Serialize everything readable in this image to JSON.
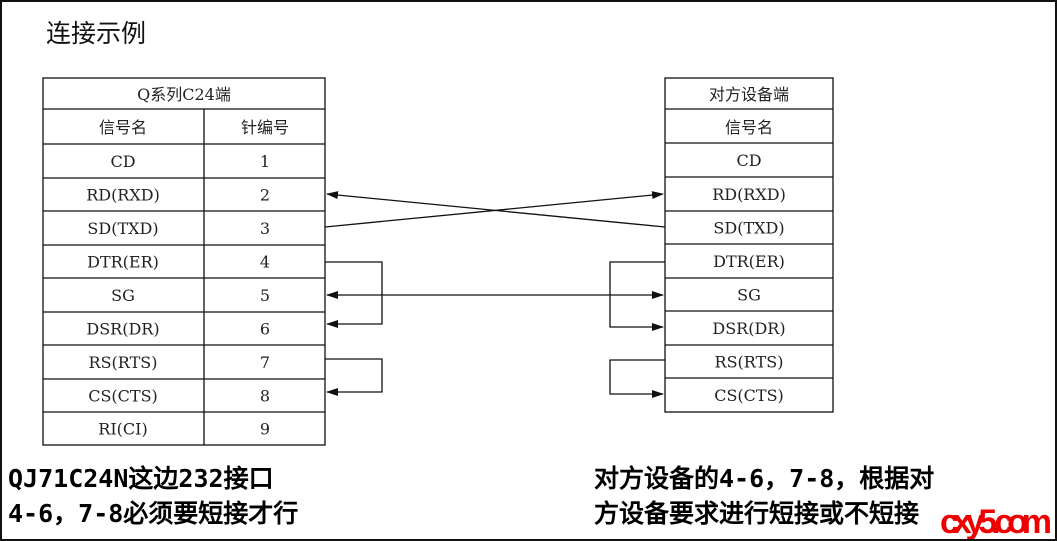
{
  "title": "连接示例",
  "left_table": {
    "caption": "Q系列C24端",
    "headers": [
      "信号名",
      "针编号"
    ],
    "rows": [
      {
        "signal": "CD",
        "pin": "1"
      },
      {
        "signal": "RD(RXD)",
        "pin": "2"
      },
      {
        "signal": "SD(TXD)",
        "pin": "3"
      },
      {
        "signal": "DTR(ER)",
        "pin": "4"
      },
      {
        "signal": "SG",
        "pin": "5"
      },
      {
        "signal": "DSR(DR)",
        "pin": "6"
      },
      {
        "signal": "RS(RTS)",
        "pin": "7"
      },
      {
        "signal": "CS(CTS)",
        "pin": "8"
      },
      {
        "signal": "RI(CI)",
        "pin": "9"
      }
    ]
  },
  "right_table": {
    "caption": "对方设备端",
    "header": "信号名",
    "rows": [
      "CD",
      "RD(RXD)",
      "SD(TXD)",
      "DTR(ER)",
      "SG",
      "DSR(DR)",
      "RS(RTS)",
      "CS(CTS)"
    ]
  },
  "notes": {
    "left": [
      "QJ71C24N这边232接口",
      "4-6，7-8必须要短接才行"
    ],
    "right": [
      "对方设备的4-6，7-8，根据对",
      "方设备要求进行短接或不短接"
    ]
  },
  "watermark": "cxy5.com"
}
